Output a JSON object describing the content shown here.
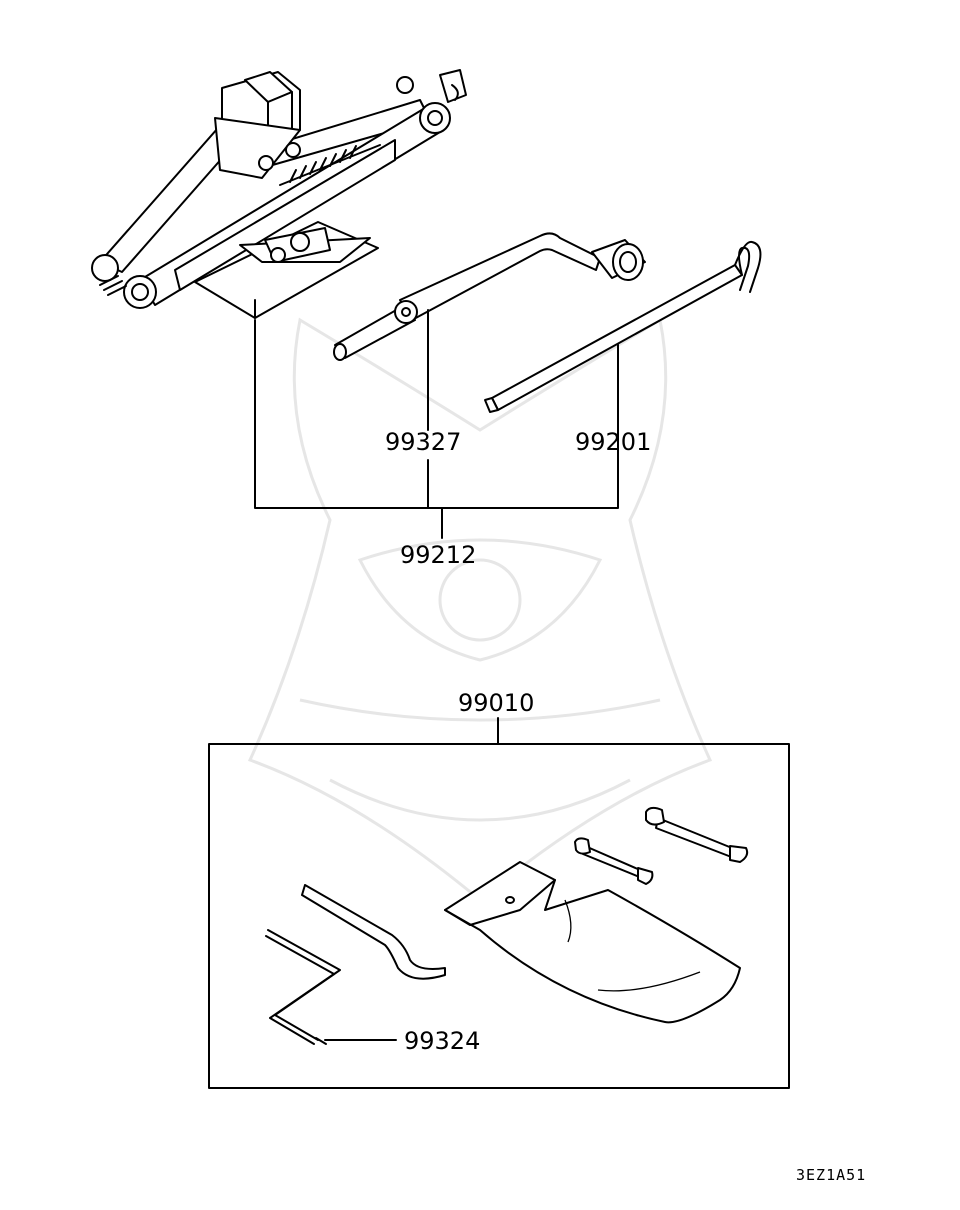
{
  "diagram": {
    "parts": [
      {
        "number": "99327",
        "item": "jack-handle"
      },
      {
        "number": "99201",
        "item": "jack-rod"
      },
      {
        "number": "99212",
        "item": "jack-assembly-group"
      },
      {
        "number": "99010",
        "item": "tool-kit"
      },
      {
        "number": "99324",
        "item": "hook-rod"
      }
    ],
    "figure_code": "3EZ1A51",
    "colors": {
      "line": "#000000",
      "background": "#ffffff",
      "watermark": "#e6e6e6"
    }
  }
}
